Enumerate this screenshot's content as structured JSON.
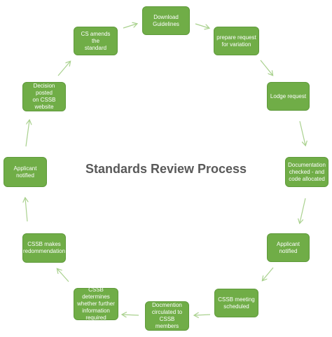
{
  "title": "Standards Review Process",
  "colors": {
    "box_fill": "#70ad47",
    "box_border": "#5f9a3b",
    "arrow": "#a9d18e",
    "title": "#595959",
    "box_text": "#ffffff"
  },
  "steps": [
    {
      "id": "download-guidelines",
      "label": "Download\nGuidelines"
    },
    {
      "id": "prepare-request",
      "label": "prepare request\nfor variation"
    },
    {
      "id": "lodge-request",
      "label": "Lodge request"
    },
    {
      "id": "documentation-checked",
      "label": "Documentation\nchecked - and\ncode allocated"
    },
    {
      "id": "applicant-notified-right",
      "label": "Applicant\nnotified"
    },
    {
      "id": "cssb-meeting",
      "label": "CSSB meeting\nscheduled"
    },
    {
      "id": "documentation-circulated",
      "label": "Docmention\ncirculated to\nCSSB members"
    },
    {
      "id": "cssb-determines",
      "label": "CSSB determines\nwhether further\ninformation\nrequired"
    },
    {
      "id": "cssb-recommendation",
      "label": "CSSB makes\nredommendation"
    },
    {
      "id": "applicant-notified-left",
      "label": "Applicant\nnotified"
    },
    {
      "id": "decision-posted",
      "label": "Decision posted\non CSSB\nwebsite"
    },
    {
      "id": "cs-amends",
      "label": "CS amends the\nstandard"
    }
  ]
}
